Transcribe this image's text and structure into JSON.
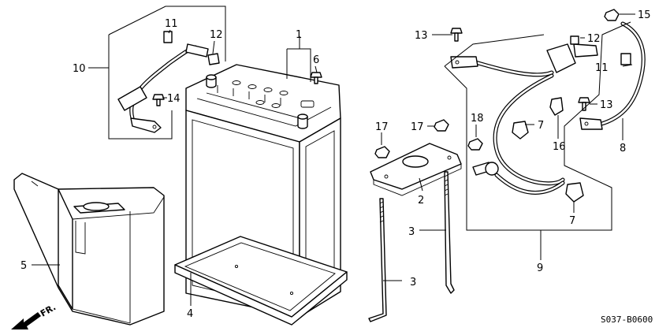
{
  "callouts": {
    "c1": "1",
    "c2": "2",
    "c3a": "3",
    "c3b": "3",
    "c4": "4",
    "c5": "5",
    "c6": "6",
    "c7a": "7",
    "c7b": "7",
    "c8": "8",
    "c9": "9",
    "c10": "10",
    "c11a": "11",
    "c11b": "11",
    "c12a": "12",
    "c12b": "12",
    "c13a": "13",
    "c13b": "13",
    "c14": "14",
    "c15": "15",
    "c16": "16",
    "c17a": "17",
    "c17b": "17",
    "c18": "18"
  },
  "direction_label": "FR.",
  "diagram_code": "S037-B0600"
}
